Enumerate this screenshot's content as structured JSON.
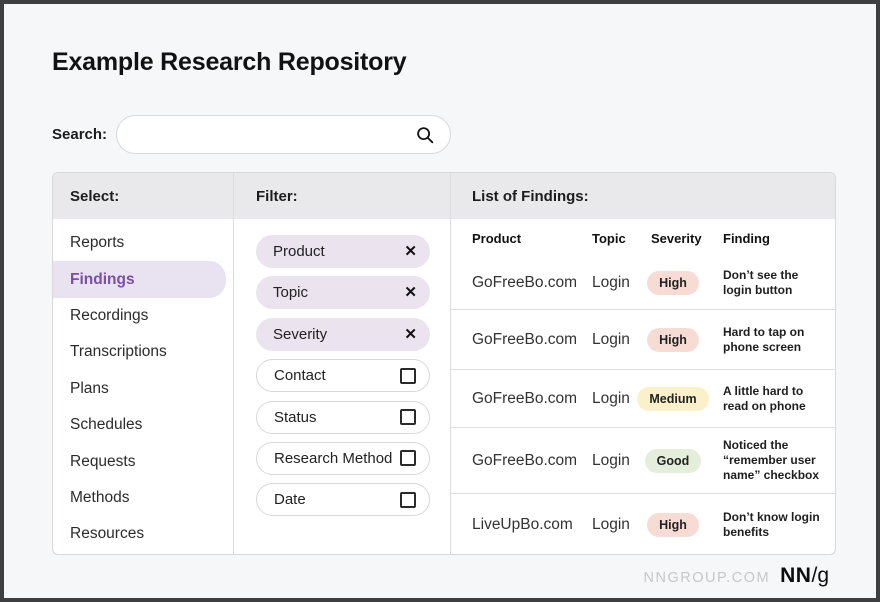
{
  "page": {
    "title": "Example Research Repository"
  },
  "search": {
    "label": "Search:",
    "value": ""
  },
  "icons": {
    "remove_icon": "✕"
  },
  "select_panel": {
    "header": "Select:",
    "items": [
      {
        "label": "Reports",
        "active": false
      },
      {
        "label": "Findings",
        "active": true
      },
      {
        "label": "Recordings",
        "active": false
      },
      {
        "label": "Transcriptions",
        "active": false
      },
      {
        "label": "Plans",
        "active": false
      },
      {
        "label": "Schedules",
        "active": false
      },
      {
        "label": "Requests",
        "active": false
      },
      {
        "label": "Methods",
        "active": false
      },
      {
        "label": "Resources",
        "active": false
      }
    ]
  },
  "filter_panel": {
    "header": "Filter:",
    "pills": [
      {
        "label": "Product",
        "applied": true
      },
      {
        "label": "Topic",
        "applied": true
      },
      {
        "label": "Severity",
        "applied": true
      },
      {
        "label": "Contact",
        "applied": false
      },
      {
        "label": "Status",
        "applied": false
      },
      {
        "label": "Research Method",
        "applied": false
      },
      {
        "label": "Date",
        "applied": false
      }
    ]
  },
  "findings_panel": {
    "header": "List of Findings:",
    "columns": [
      "Product",
      "Topic",
      "Severity",
      "Finding"
    ],
    "rows": [
      {
        "product": "GoFreeBo.com",
        "topic": "Login",
        "severity": "High",
        "finding": "Don’t see the login button"
      },
      {
        "product": "GoFreeBo.com",
        "topic": "Login",
        "severity": "High",
        "finding": "Hard to tap on phone screen"
      },
      {
        "product": "GoFreeBo.com",
        "topic": "Login",
        "severity": "Medium",
        "finding": "A little hard to read on phone"
      },
      {
        "product": "GoFreeBo.com",
        "topic": "Login",
        "severity": "Good",
        "finding": "Noticed the “remember user name” checkbox"
      },
      {
        "product": "LiveUpBo.com",
        "topic": "Login",
        "severity": "High",
        "finding": "Don’t know login benefits"
      }
    ]
  },
  "footer": {
    "site": "NNGROUP.COM",
    "logo_bold": "NN",
    "logo_rest": "/g"
  },
  "colors": {
    "accent_purple": "#7b4fa1",
    "highlight_lavender": "#e9e2f1",
    "pill_lavender": "#ebe3ee",
    "severity_high": "#f6dcd4",
    "severity_medium": "#faf0ca",
    "severity_good": "#e5eeda",
    "header_band": "#e9e9ec",
    "page_bg": "#f6f7f9",
    "frame": "#3f3f3f"
  }
}
